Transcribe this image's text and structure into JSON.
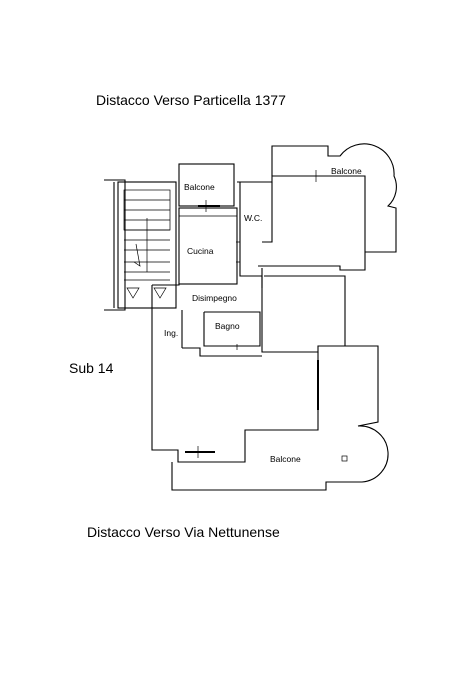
{
  "headings": {
    "top": "Distacco Verso Particella 1377",
    "bottom": "Distacco Verso Via Nettunense",
    "unit": "Sub 14"
  },
  "rooms": {
    "balcone_top_left": "Balcone",
    "balcone_top_right": "Balcone",
    "wc": "W.C.",
    "cucina": "Cucina",
    "disimpegno": "Disimpegno",
    "bagno": "Bagno",
    "ingresso": "Ing.",
    "balcone_bottom": "Balcone"
  }
}
